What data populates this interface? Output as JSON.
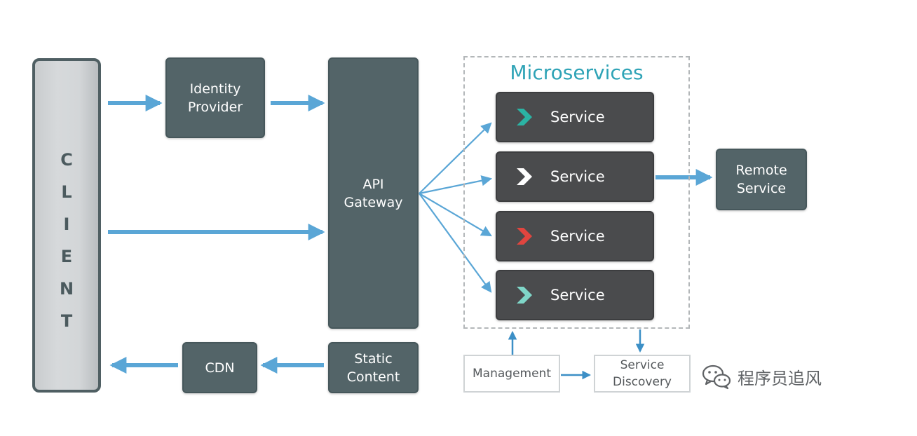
{
  "colors": {
    "arrow": "#5aa6d6",
    "slate_box": "#536468",
    "service_box": "#4a4b4d",
    "title_teal": "#2ea3b6",
    "chevron_teal": "#2bb3a4",
    "chevron_white": "#ffffff",
    "chevron_red": "#e0453f",
    "chevron_mint": "#7fd6c8"
  },
  "client": {
    "letters": [
      "C",
      "L",
      "I",
      "E",
      "N",
      "T"
    ]
  },
  "identity_provider": {
    "line1": "Identity",
    "line2": "Provider"
  },
  "api_gateway": {
    "line1": "API",
    "line2": "Gateway"
  },
  "microservices": {
    "title": "Microservices",
    "services": [
      {
        "label": "Service",
        "chevron_icon": "chevron-right-icon",
        "chevron_color": "teal"
      },
      {
        "label": "Service",
        "chevron_icon": "chevron-right-icon",
        "chevron_color": "white"
      },
      {
        "label": "Service",
        "chevron_icon": "chevron-right-icon",
        "chevron_color": "red"
      },
      {
        "label": "Service",
        "chevron_icon": "chevron-right-icon",
        "chevron_color": "mint"
      }
    ]
  },
  "remote_service": {
    "line1": "Remote",
    "line2": "Service"
  },
  "static_content": {
    "line1": "Static",
    "line2": "Content"
  },
  "cdn": {
    "label": "CDN"
  },
  "management": {
    "label": "Management"
  },
  "service_discovery": {
    "line1": "Service",
    "line2": "Discovery"
  },
  "watermark": {
    "icon": "wechat-icon",
    "text": "程序员追风"
  }
}
